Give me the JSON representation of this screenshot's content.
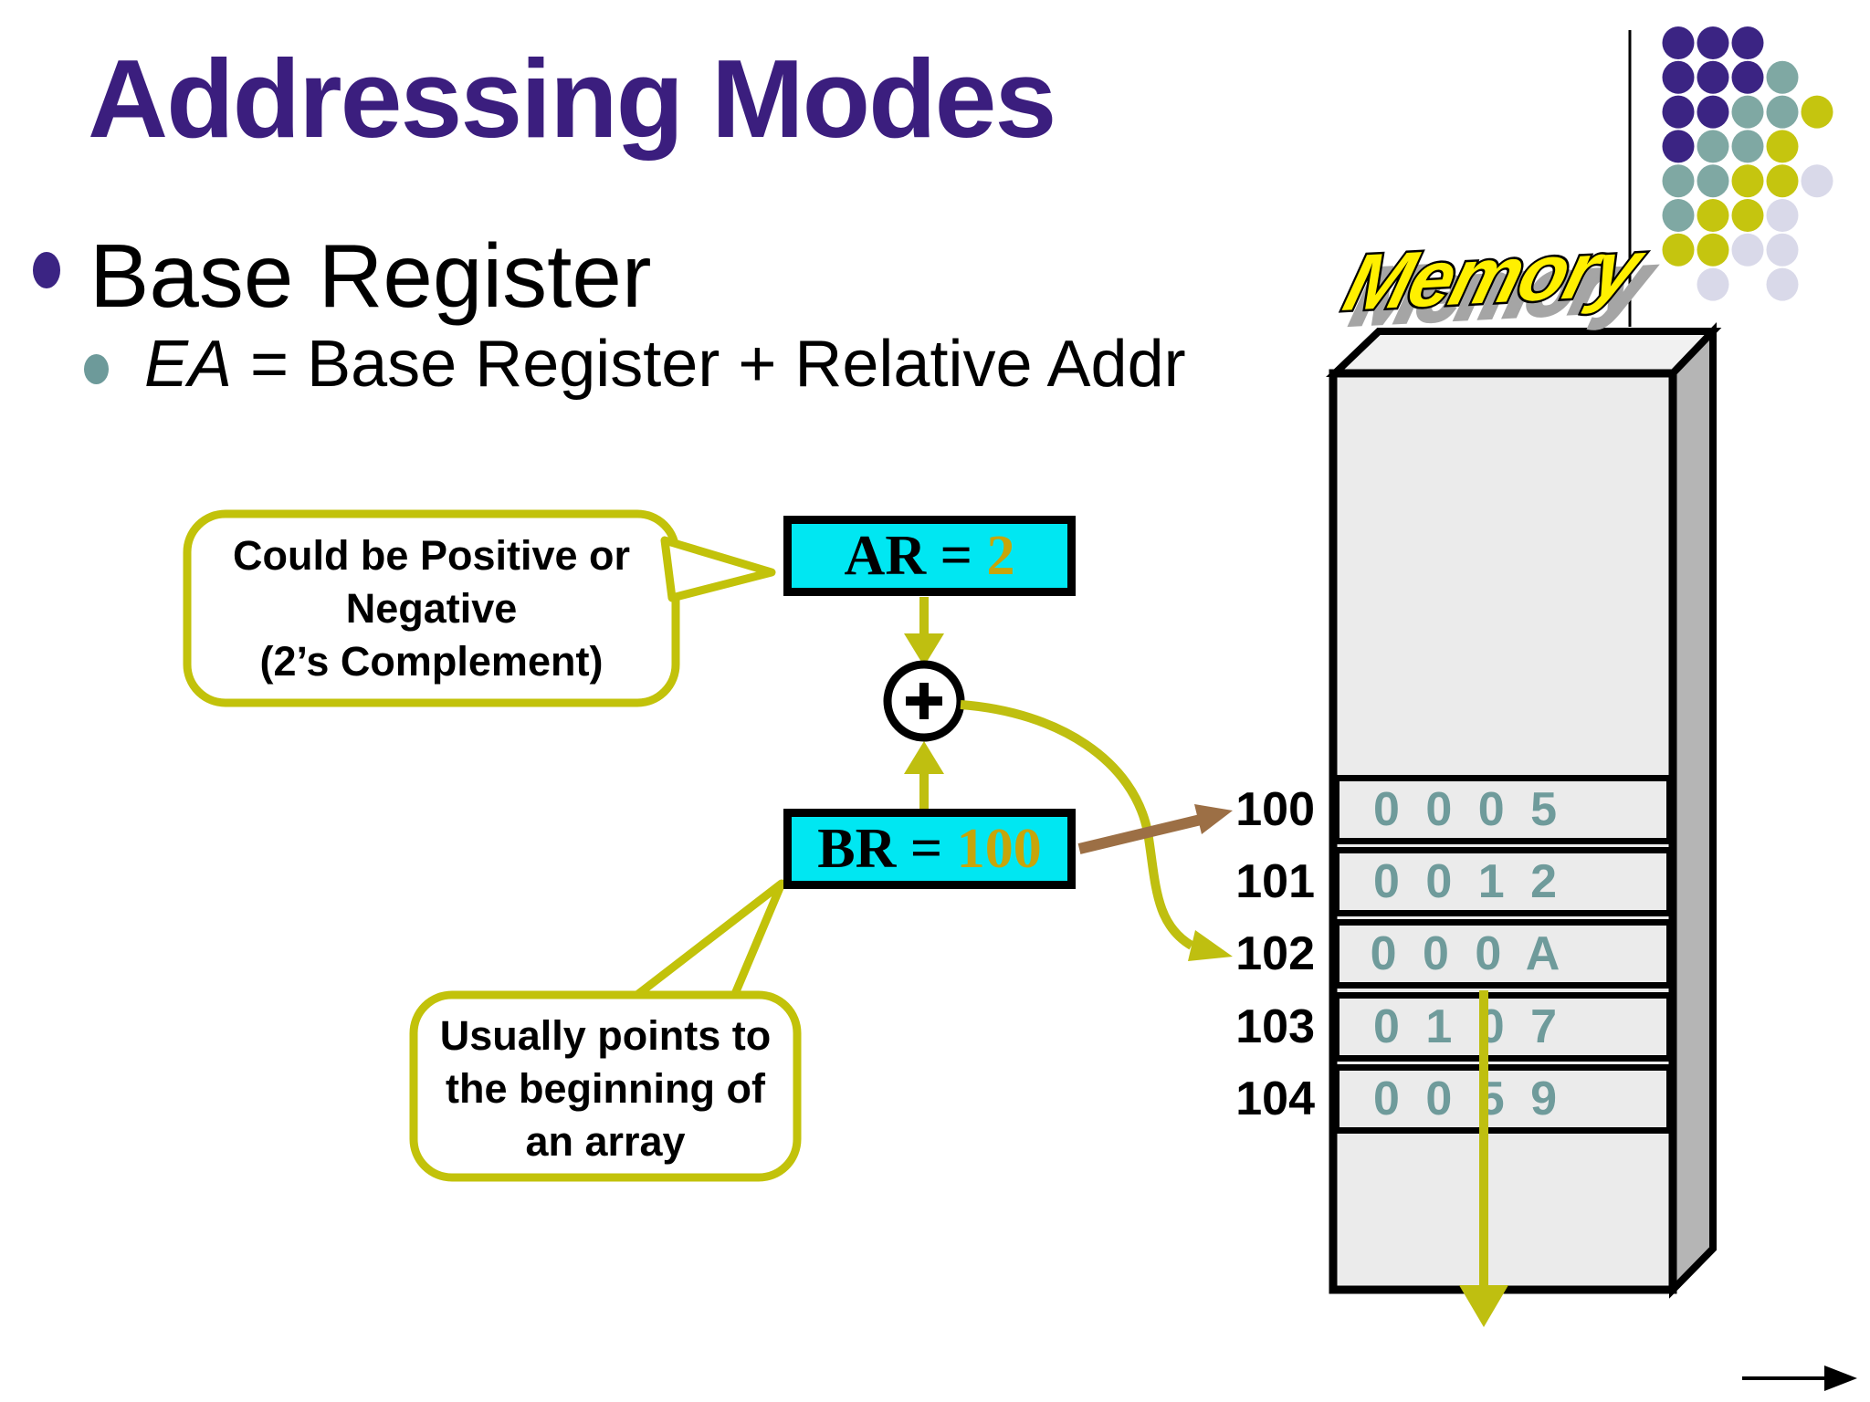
{
  "slide": {
    "title": "Addressing Modes",
    "bullet": "Base Register",
    "sub_bullet": {
      "italic_part": "EA",
      "rest": " = Base Register + Relative Addr"
    }
  },
  "callout_ar": {
    "line1": "Could be Positive or",
    "line2": "Negative",
    "line3": "(2’s Complement)"
  },
  "callout_br": {
    "line1": "Usually points to",
    "line2": "the beginning of",
    "line3": "an array"
  },
  "registers": {
    "ar_label": "AR = ",
    "ar_value": "2",
    "br_label": "BR = ",
    "br_value": "100",
    "plus": "+"
  },
  "memory": {
    "label": "Memory",
    "rows": [
      {
        "address": "100",
        "value": "0 0 0 5"
      },
      {
        "address": "101",
        "value": "0 0 1 2"
      },
      {
        "address": "102",
        "value": "0 0 0 A"
      },
      {
        "address": "103",
        "value": "0 1 0 7"
      },
      {
        "address": "104",
        "value": "0 0 5 9"
      }
    ]
  },
  "dots": {
    "pattern": [
      "PPP",
      "PPPT",
      "PPTTY",
      "PTTY",
      "TTYYL",
      "TYYL",
      "YYLL",
      ".L.L"
    ],
    "colors": {
      "P": "#3B2483",
      "T": "#7FA8A3",
      "Y": "#C5C50F",
      "L": "#D9D9E9"
    }
  },
  "colors": {
    "title": "#3B1E7E",
    "register_fill": "#00E7F2",
    "arrow_olive": "#BFBF10",
    "value_gold": "#C7A50A",
    "arrow_brown": "#9C6F45",
    "hex_teal": "#6F9B9B",
    "memory_front": "#EBEBEB",
    "memory_side": "#B5B5B5",
    "wordart_yellow": "#FFF000"
  }
}
